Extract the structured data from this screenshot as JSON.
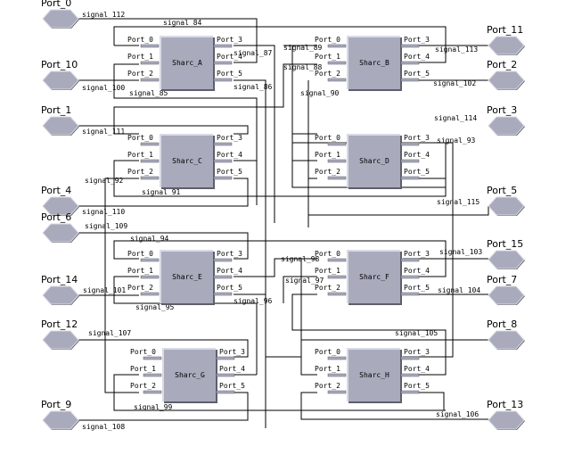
{
  "colors": {
    "block_fill": "#a9abbd",
    "block_light": "#d9dae3",
    "block_dark": "#5e5f6b",
    "wire": "#000000",
    "background": "#ffffff"
  },
  "blocks": [
    {
      "id": "A",
      "name": "Sharc_A",
      "ports_left": [
        "Port_0",
        "Port_1",
        "Port_2"
      ],
      "ports_right": [
        "Port_3",
        "Port_4",
        "Port_5"
      ]
    },
    {
      "id": "B",
      "name": "Sharc_B",
      "ports_left": [
        "Port_0",
        "Port_1",
        "Port_2"
      ],
      "ports_right": [
        "Port_3",
        "Port_4",
        "Port_5"
      ]
    },
    {
      "id": "C",
      "name": "Sharc_C",
      "ports_left": [
        "Port_0",
        "Port_1",
        "Port_2"
      ],
      "ports_right": [
        "Port_3",
        "Port_4",
        "Port_5"
      ]
    },
    {
      "id": "D",
      "name": "Sharc_D",
      "ports_left": [
        "Port_0",
        "Port_1",
        "Port_2"
      ],
      "ports_right": [
        "Port_3",
        "Port_4",
        "Port_5"
      ]
    },
    {
      "id": "E",
      "name": "Sharc_E",
      "ports_left": [
        "Port_0",
        "Port_1",
        "Port_2"
      ],
      "ports_right": [
        "Port_3",
        "Port_4",
        "Port_5"
      ]
    },
    {
      "id": "F",
      "name": "Sharc_F",
      "ports_left": [
        "Port_0",
        "Port_1",
        "Port_2"
      ],
      "ports_right": [
        "Port_3",
        "Port_4",
        "Port_5"
      ]
    },
    {
      "id": "G",
      "name": "Sharc_G",
      "ports_left": [
        "Port_0",
        "Port_1",
        "Port_2"
      ],
      "ports_right": [
        "Port_3",
        "Port_4",
        "Port_5"
      ]
    },
    {
      "id": "H",
      "name": "Sharc_H",
      "ports_left": [
        "Port_0",
        "Port_1",
        "Port_2"
      ],
      "ports_right": [
        "Port_3",
        "Port_4",
        "Port_5"
      ]
    }
  ],
  "io_ports": {
    "left": [
      "Port_0",
      "Port_10",
      "Port_1",
      "Port_4",
      "Port_6",
      "Port_14",
      "Port_12",
      "Port_9"
    ],
    "right": [
      "Port_11",
      "Port_2",
      "Port_3",
      "Port_5",
      "Port_15",
      "Port_7",
      "Port_8",
      "Port_13"
    ]
  },
  "signals": [
    "signal_112",
    "signal_84",
    "signal_87",
    "signal_100",
    "signal_85",
    "signal_86",
    "signal_89",
    "signal_88",
    "signal_90",
    "signal_113",
    "signal_102",
    "signal_111",
    "signal_92",
    "signal_91",
    "signal_110",
    "signal_109",
    "signal_114",
    "signal_93",
    "signal_115",
    "signal_94",
    "signal_101",
    "signal_95",
    "signal_96",
    "signal_98",
    "signal_97",
    "signal_103",
    "signal_104",
    "signal_107",
    "signal_99",
    "signal_108",
    "signal_105",
    "signal_106"
  ]
}
